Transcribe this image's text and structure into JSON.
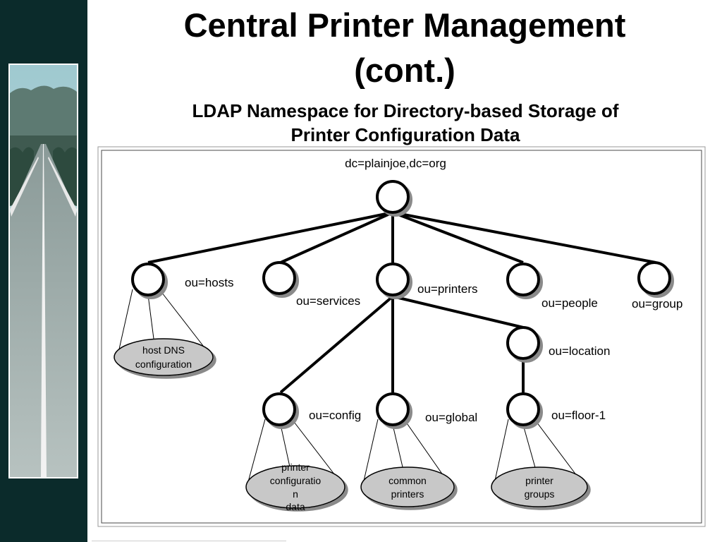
{
  "slide": {
    "title_line1": "Central Printer Management",
    "title_line2": "(cont.)",
    "subtitle_line1": "LDAP Namespace for Directory-based Storage of",
    "subtitle_line2": "Printer Configuration Data"
  },
  "diagram": {
    "root": "dc=plainjoe,dc=org",
    "nodes": {
      "hosts": "ou=hosts",
      "services": "ou=services",
      "printers": "ou=printers",
      "people": "ou=people",
      "group": "ou=group",
      "location": "ou=location",
      "config": "ou=config",
      "global": "ou=global",
      "floor1": "ou=floor-1"
    },
    "subtrees": {
      "host_dns": [
        "host DNS",
        "configuration"
      ],
      "printer_config": [
        "printer",
        "configuratio",
        "n",
        "data"
      ],
      "common_printers": [
        "common",
        "printers"
      ],
      "printer_groups": [
        "printer",
        "groups"
      ]
    }
  },
  "colors": {
    "sidebar": "#0b2b2b",
    "subtree_fill": "#c8c8c8",
    "line": "#000000"
  }
}
